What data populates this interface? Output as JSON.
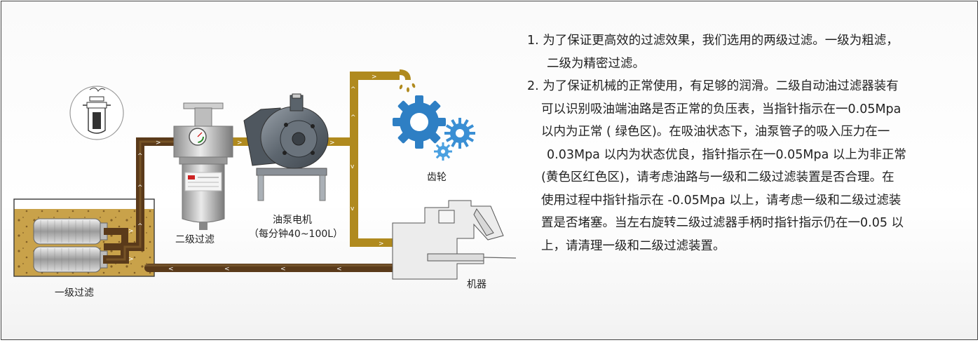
{
  "labels": {
    "stage1": "一级过滤",
    "stage2": "二级过滤",
    "pump": "油泵电机",
    "pump_flow": "（每分钟40~100L）",
    "gear": "齿轮",
    "machine": "机器"
  },
  "notes": [
    {
      "lines": [
        "1. 为了保证更高效的过滤效果，我们选用的两级过滤。一级为粗滤，",
        "二级为精密过滤。"
      ]
    },
    {
      "lines": [
        "2. 为了保证机械的正常使用，有足够的润滑。二级自动油过滤器装有",
        "可以识别吸油端油路是否正常的负压表，当指针指示在一0.05Mpa",
        "以内为正常 ( 绿色区)。在吸油状态下，油泵管子的吸入压力在一",
        "0.03Mpa 以内为状态优良，指针指示在一0.05Mpa 以上为非正常",
        "(黄色区红色区)，请考虑油路与一级和二级过滤装置是否合理。在",
        "使用过程中指针指示在 -0.05Mpa 以上，请考虑一级和二级过滤装",
        "置是否堵塞。当左右旋转二级过滤器手柄时指针指示仍在一0.05 以",
        "上，请清理一级和二级过滤装置。"
      ]
    }
  ],
  "colors": {
    "pipe_dark": "#5a3a1a",
    "pipe_gold": "#b08a1e",
    "tank": "#c9a24a",
    "gear": "#2e7fc4",
    "machine": "#e8e8e8"
  }
}
